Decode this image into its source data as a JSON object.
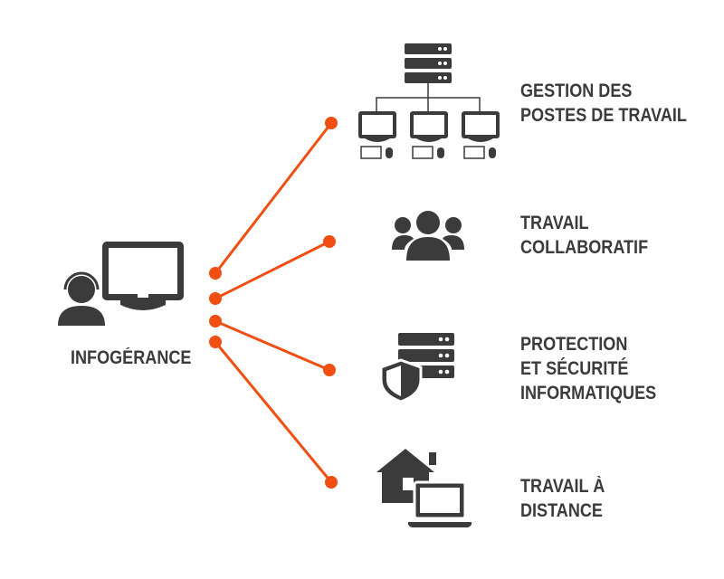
{
  "colors": {
    "accent": "#f04e12",
    "icon": "#3b3b3b"
  },
  "center": {
    "label": "INFOGÉRANCE",
    "icon": "support-agent-monitor-icon"
  },
  "branches": [
    {
      "lines": [
        "GESTION DES",
        "POSTES DE TRAVAIL"
      ],
      "icon": "server-network-workstations-icon"
    },
    {
      "lines": [
        "TRAVAIL",
        "COLLABORATIF"
      ],
      "icon": "team-group-icon"
    },
    {
      "lines": [
        "PROTECTION",
        "ET SÉCURITÉ",
        "INFORMATIQUES"
      ],
      "icon": "server-shield-icon"
    },
    {
      "lines": [
        "TRAVAIL À",
        "DISTANCE"
      ],
      "icon": "home-laptop-icon"
    }
  ]
}
